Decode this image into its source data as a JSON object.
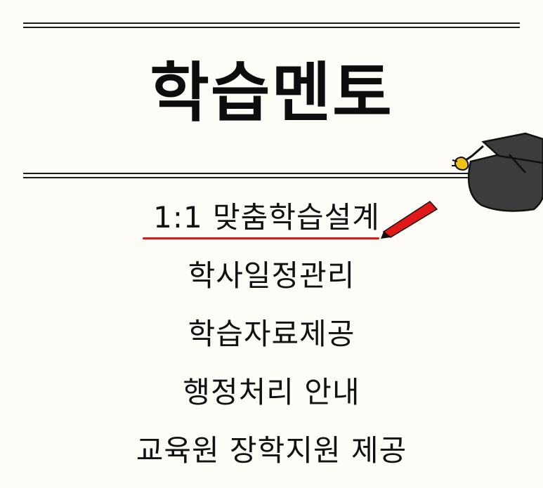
{
  "title": "학습멘토",
  "menu": {
    "items": [
      {
        "label": "1:1 맞춤학습설계",
        "highlighted": true
      },
      {
        "label": "학사일정관리",
        "highlighted": false
      },
      {
        "label": "학습자료제공",
        "highlighted": false
      },
      {
        "label": "행정처리 안내",
        "highlighted": false
      },
      {
        "label": "교육원 장학지원 제공",
        "highlighted": false
      }
    ]
  },
  "decorations": {
    "highlight_icon": "marker-icon",
    "corner_icon": "graduation-cap-icon"
  },
  "colors": {
    "background": "#fdfcf7",
    "text": "#111111",
    "accent": "#d81b1b",
    "cap": "#3d3b3c",
    "hand": "#f2c21b"
  }
}
